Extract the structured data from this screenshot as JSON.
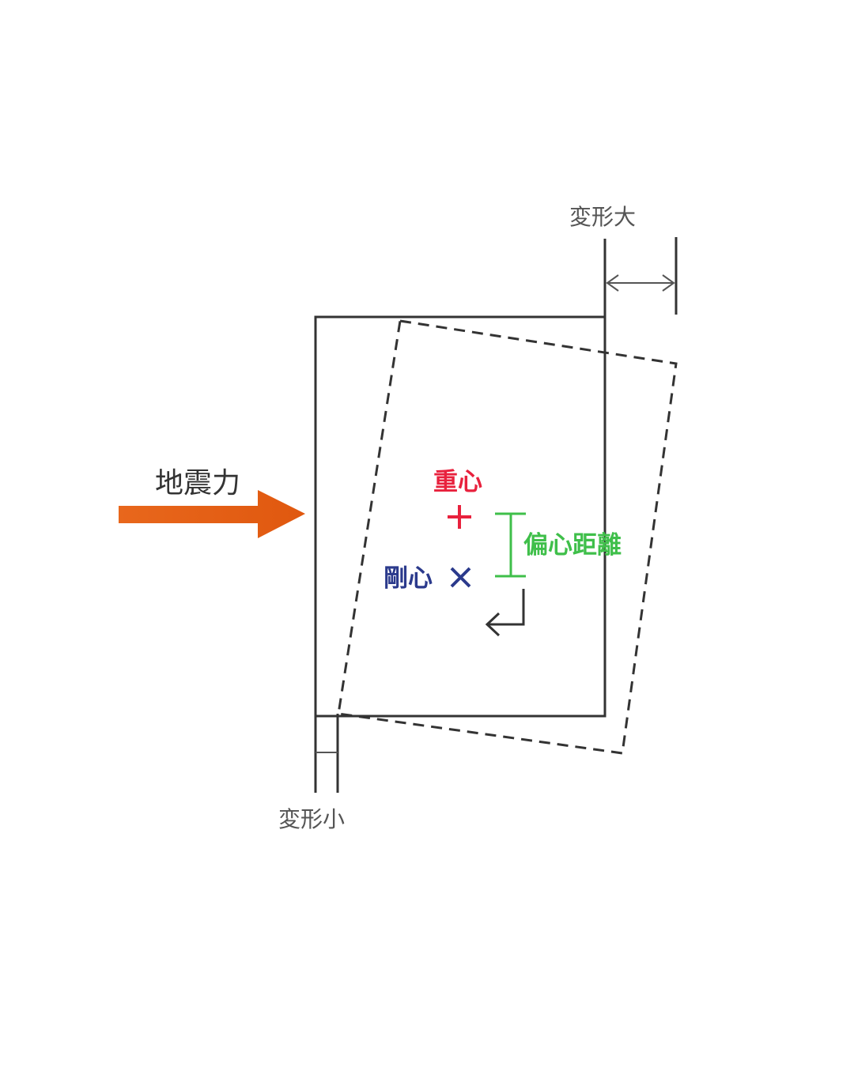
{
  "labels": {
    "deform_large": "変形大",
    "deform_small": "変形小",
    "seismic_force": "地震力",
    "center_of_gravity": "重心",
    "center_of_rigidity": "剛心",
    "eccentric_distance": "偏心距離"
  },
  "colors": {
    "seismic_arrow": "#e8671c",
    "center_of_gravity": "#e8213d",
    "center_of_rigidity": "#2b3a8c",
    "eccentric_distance": "#3fbf4a",
    "outline": "#333333"
  },
  "icons": {
    "center_of_gravity": "plus-icon",
    "center_of_rigidity": "cross-icon",
    "rotation": "rotation-arrow-icon"
  }
}
